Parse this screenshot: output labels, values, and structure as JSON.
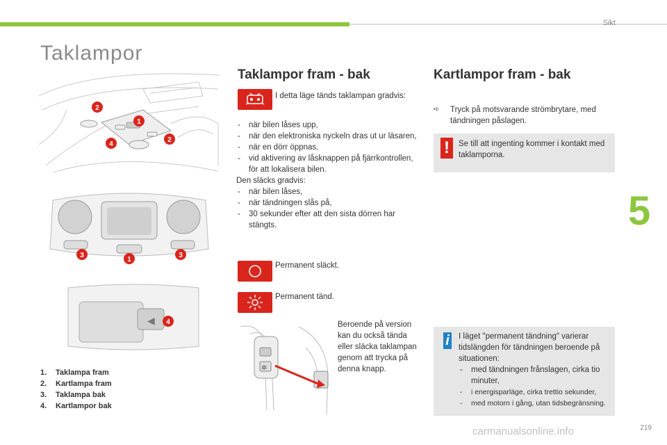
{
  "header": {
    "section_label": "Sikt",
    "chapter_number": "5"
  },
  "page_title": "Taklampor",
  "front_rear": {
    "heading": "Taklampor fram - bak",
    "gradual_intro": "I detta läge tänds taklampan gradvis:",
    "on_conditions": [
      "när bilen låses upp,",
      "när den elektroniska nyckeln dras ut ur läsaren,",
      "när en dörr öppnas,",
      "vid aktivering av låsknappen på fjärrkontrollen, för att lokalisera bilen."
    ],
    "off_intro": "Den släcks gradvis:",
    "off_conditions": [
      "när bilen låses,",
      "när tändningen slås på,",
      "30 sekunder efter att den sista dörren har stängts."
    ],
    "off_label": "Permanent släckt.",
    "on_label": "Permanent tänd.",
    "version_note": "Beroende på version kan du också tända eller släcka taklampan genom att trycka på denna knapp."
  },
  "map_lights": {
    "heading": "Kartlampor fram - bak",
    "instruction": "Tryck på motsvarande strömbrytare, med tändningen påslagen.",
    "warning": "Se till att ingenting kommer i kontakt med taklamporna.",
    "info_intro": "I läget \"permanent tändning\" varierar tidslängden för tändningen beroende på situationen:",
    "info_items": [
      "med tändningen frånslagen, cirka tio minuter,",
      "i energisparläge, cirka trettio sekunder,",
      "med motorn i gång, utan tidsbegränsning."
    ]
  },
  "legend": [
    {
      "num": "1.",
      "label": "Taklampa fram"
    },
    {
      "num": "2.",
      "label": "Kartlampa fram"
    },
    {
      "num": "3.",
      "label": "Taklampa bak"
    },
    {
      "num": "4.",
      "label": "Kartlampor bak"
    }
  ],
  "badges": {
    "n1": "1",
    "n2": "2",
    "n3": "3",
    "n4": "4"
  },
  "page_number": "219",
  "watermark": "carmanualsonline.info",
  "colors": {
    "accent_green": "#8dc63f",
    "icon_red": "#d9251c",
    "info_blue": "#1f82c4",
    "box_grey": "#e6e6e6"
  }
}
